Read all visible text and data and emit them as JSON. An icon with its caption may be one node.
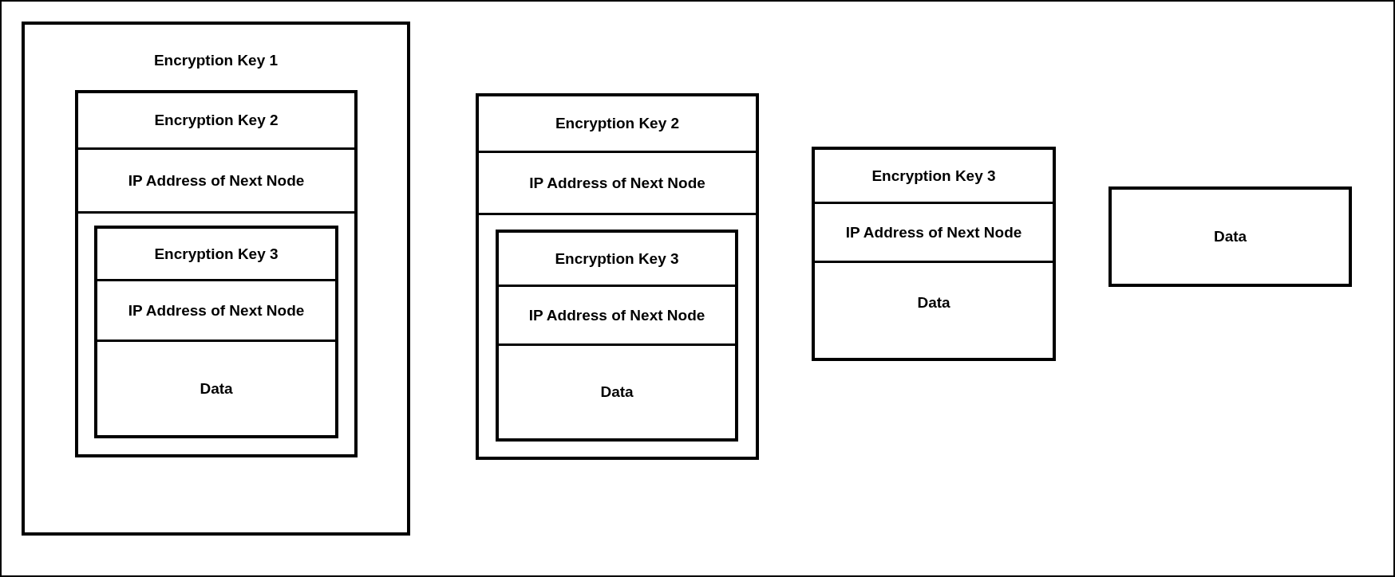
{
  "diagram": {
    "nodes": [
      {
        "text": [
          "Encryption Key 1"
        ]
      },
      {
        "text": [
          "Encryption Key 2",
          "IP Address of Next Node"
        ],
        "in": 0
      },
      {
        "text": [
          "Encryption Key 3",
          "IP Address of Next Node",
          "Data"
        ],
        "in": 1
      },
      {
        "text": [
          "Encryption Key 2",
          "IP Address of Next Node"
        ]
      },
      {
        "text": [
          "Encryption Key 3",
          "IP Address of Next Node",
          "Data"
        ],
        "in": 3
      },
      {
        "text": [
          "Encryption Key 3",
          "IP Address of Next Node",
          "Data"
        ]
      },
      {
        "text": [
          "Data"
        ]
      }
    ],
    "edges": []
  }
}
